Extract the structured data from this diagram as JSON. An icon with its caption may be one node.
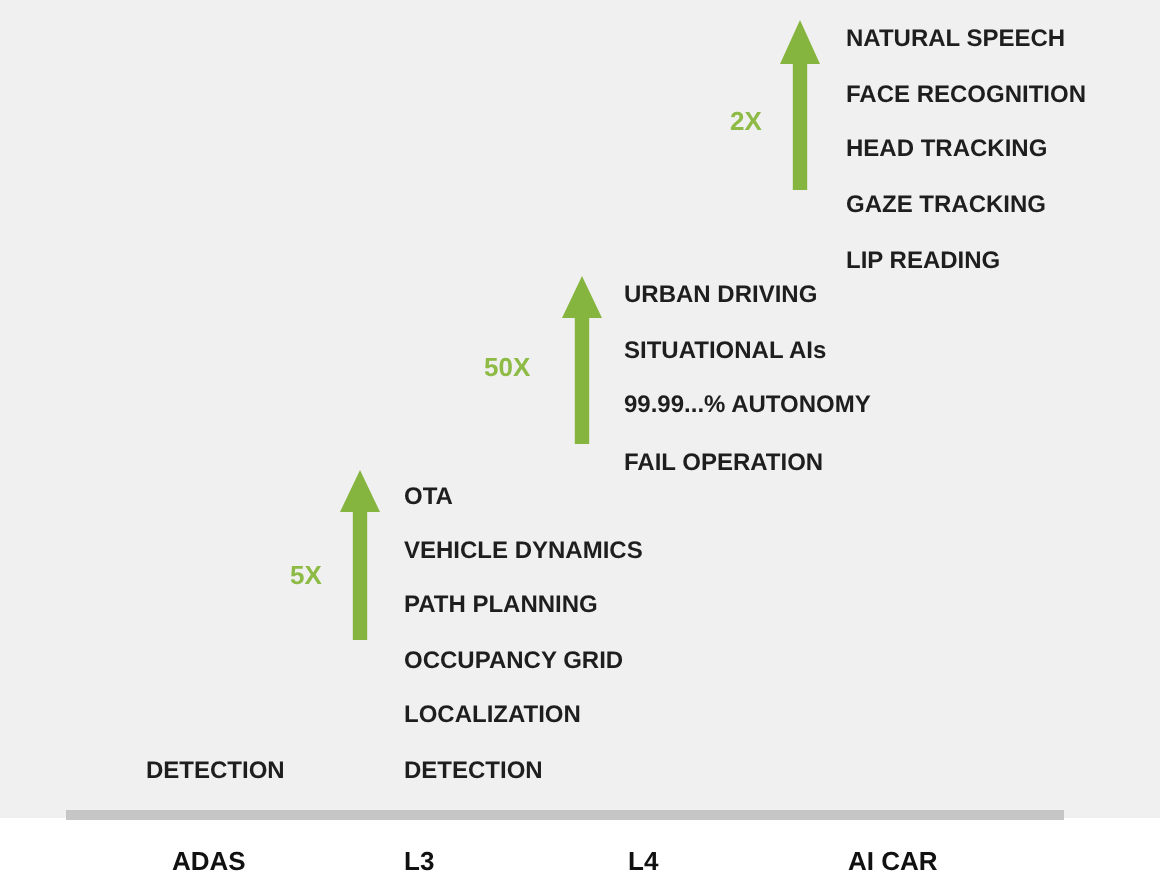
{
  "diagram": {
    "labels": [
      "2X",
      "NATURAL SPEECH",
      "FACE RECOGNITION",
      "HEAD TRACKING",
      "GAZE TRACKING",
      "LIP READING",
      "50X",
      "URBAN DRIVING",
      "SITUATIONAL AIs",
      "99.99...% AUTONOMY",
      "FAIL OPERATION",
      "5X",
      "OTA",
      "VEHICLE DYNAMICS",
      "PATH PLANNING",
      "OCCUPANCY GRID",
      "LOCALIZATION",
      "DETECTION",
      "DETECTION",
      "ADAS",
      "L3",
      "L4",
      "AI CAR"
    ]
  }
}
